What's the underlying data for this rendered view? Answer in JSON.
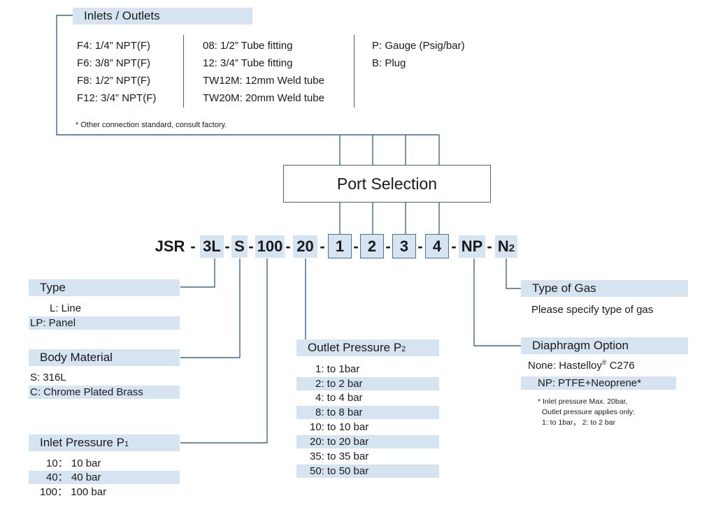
{
  "inlets_outlets": {
    "title": "Inlets / Outlets",
    "col1": [
      "F4: 1/4” NPT(F)",
      "F6: 3/8” NPT(F)",
      "F8: 1/2” NPT(F)",
      "F12: 3/4” NPT(F)"
    ],
    "col2": [
      "08: 1/2” Tube fitting",
      "12: 3/4” Tube fitting",
      "TW12M: 12mm Weld tube",
      "TW20M: 20mm Weld tube"
    ],
    "col3": [
      "P: Gauge (Psig/bar)",
      "B: Plug"
    ],
    "note": "* Other connection standard, consult factory."
  },
  "port_selection": {
    "label": "Port Selection"
  },
  "model_code": {
    "parts": [
      "JSR",
      "3L",
      "S",
      "100",
      "20",
      "1",
      "2",
      "3",
      "4",
      "NP",
      "N",
      "2"
    ],
    "separator": "-"
  },
  "type": {
    "title": "Type",
    "items": [
      "L:  Line",
      "LP:  Panel"
    ]
  },
  "body_material": {
    "title": "Body Material",
    "items": [
      "S: 316L",
      "C: Chrome Plated Brass"
    ]
  },
  "inlet_pressure": {
    "title": "Inlet Pressure P",
    "sub": "1",
    "items": [
      "10： 10 bar",
      "40： 40 bar",
      "100： 100 bar"
    ]
  },
  "outlet_pressure": {
    "title": "Outlet Pressure P",
    "sub": "2",
    "items": [
      "1:  to 1bar",
      "2:  to 2 bar",
      "4:  to 4 bar",
      "8:  to 8 bar",
      "10:  to 10 bar",
      "20:  to 20 bar",
      "35:  to 35 bar",
      "50:  to 50 bar"
    ]
  },
  "type_of_gas": {
    "title": "Type of Gas",
    "text": "Please specify type of gas"
  },
  "diaphragm": {
    "title": "Diaphragm Option",
    "none_prefix": "None: Hastelloy",
    "reg": "®",
    "none_suffix": " C276",
    "np": "NP: PTFE+Neoprene*",
    "notes": [
      "* Inlet pressure Max. 20bar,",
      "Outlet pressure applies only:",
      "1: to 1bar， 2:  to 2 bar"
    ]
  },
  "colors": {
    "band": "#d6e3f0",
    "line": "#3d6591"
  }
}
